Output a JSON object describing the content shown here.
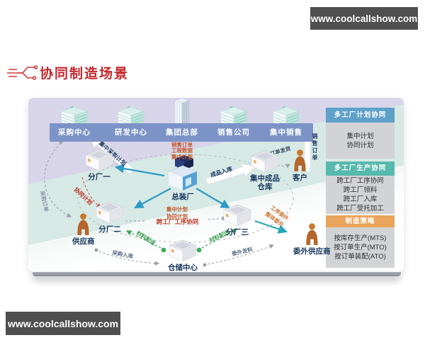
{
  "watermarks": {
    "top": "www.coolcallshow.com",
    "bottom": "www.coolcallshow.com"
  },
  "title": "协同制造场景",
  "top_bar": {
    "entities": [
      "采购中心",
      "研发中心",
      "集团总部",
      "销售公司",
      "集中销售"
    ]
  },
  "nodes": {
    "branch1": "分厂一",
    "branch2": "分厂二",
    "branch3": "分厂三",
    "assembly": "总装厂",
    "warehouse": "仓储中心",
    "finished1": "集中成品",
    "finished2": "仓库",
    "supplier": "供应商",
    "outsourcer": "委外供应商",
    "customer": "客户"
  },
  "flows": {
    "hq1": "销售订单",
    "hq2": "工程数据",
    "hq3": "集中计划",
    "central_purchase_plan": "集中采购计划",
    "purchase_order": "采购订单",
    "collab_plan_edge": "协同计划",
    "central_plan_note": "集中计划",
    "collab_plan_note": "协同计划",
    "cross_process": "跨工厂工序协同",
    "finished_in": "成品入库",
    "sales_order": "销售订单",
    "order_ship": "订单发货",
    "purchase_in": "采购入库",
    "outsource_issue": "委外发料",
    "material1": "材料配送",
    "material2": "材料配送",
    "outsource_process": "工序委外",
    "outsource_whole": "整体委外"
  },
  "panel": {
    "sections": [
      {
        "title": "多工厂计划协同",
        "items": [
          "集中计划",
          "协同计划"
        ]
      },
      {
        "title": "多工厂生产协同",
        "items": [
          "跨工厂工序协同",
          "跨工厂领料",
          "跨工厂入库",
          "跨工厂受托加工"
        ]
      },
      {
        "title": "制造策略",
        "items": [
          "按库存生产(MTS)",
          "按订单生产(MTO)",
          "按订单装配(ATO)"
        ]
      }
    ]
  },
  "colors": {
    "accent_red": "#c3282d",
    "bar_blue": "#7b93c6",
    "panel_blue": "#5fa0c8",
    "panel_teal": "#57b8ad",
    "panel_orange": "#e9a45c"
  }
}
